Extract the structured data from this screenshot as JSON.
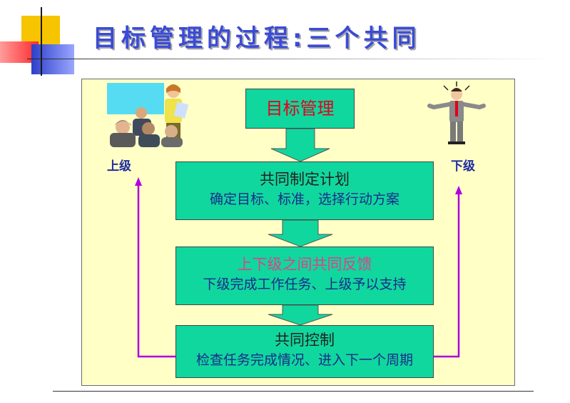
{
  "title": "目标管理的过程:三个共同",
  "labels": {
    "superior": "上级",
    "subordinate": "下级"
  },
  "main_box": "目标管理",
  "steps": [
    {
      "title": "共同制定计划",
      "desc": "确定目标、标准，选择行动方案"
    },
    {
      "title": "上下级之间共同反馈",
      "desc": "下级完成工作任务、上级予以支持"
    },
    {
      "title": "共同控制",
      "desc": "检查任务完成情况、进入下一个周期"
    }
  ],
  "colors": {
    "box_fill": "#10d79e",
    "panel_fill": "#ffffc6",
    "loop_line": "#b000e0",
    "title": "#3a4bd6"
  }
}
